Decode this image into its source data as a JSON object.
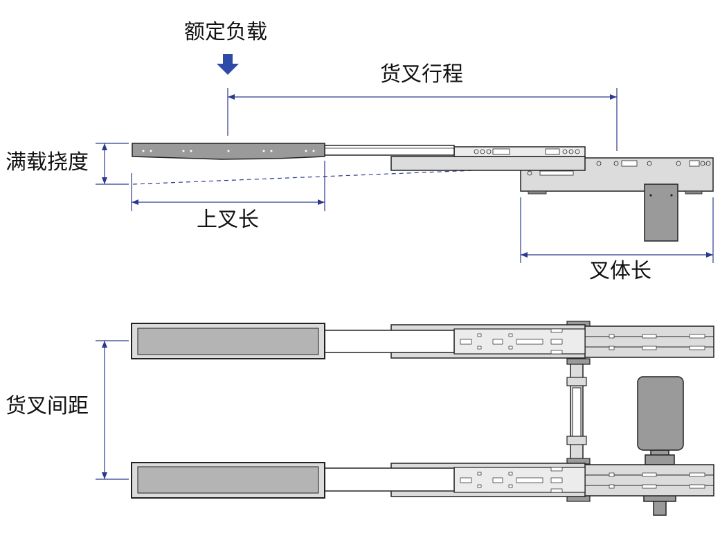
{
  "labels": {
    "rated_load": "额定负载",
    "fork_stroke": "货叉行程",
    "full_load_deflection": "满载挠度",
    "upper_fork_length": "上叉长",
    "fork_body_length": "叉体长",
    "fork_spacing": "货叉间距"
  },
  "colors": {
    "dimension_line": "#2b3a8f",
    "load_arrow": "#2e4aa8",
    "fork_body": "#dcdcdc",
    "upper_fork": "#9a9a9a",
    "motor": "#9a9a9a",
    "outline": "#222222",
    "background": "#ffffff"
  },
  "icons": {
    "load_arrow": "arrow-down-icon",
    "dimension_arrows": "double-arrow"
  }
}
